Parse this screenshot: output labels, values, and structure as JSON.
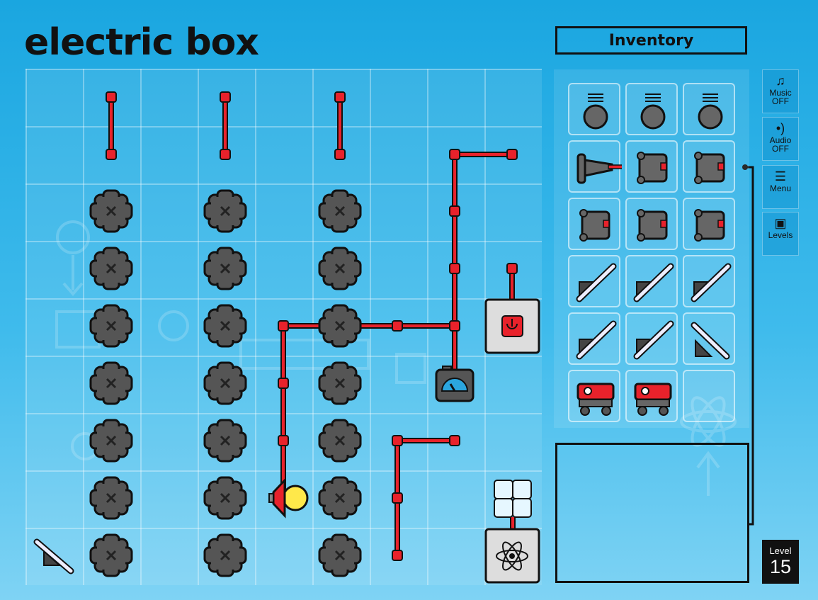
{
  "app": {
    "logo_text": "electric box"
  },
  "inventory": {
    "title": "Inventory",
    "items": [
      "spring-bulb",
      "spring-bulb",
      "spring-bulb",
      "piston",
      "motor-box",
      "motor-box",
      "motor-box",
      "motor-box",
      "motor-box",
      "ramp-right",
      "ramp-right",
      "ramp-right",
      "ramp-right",
      "ramp-right",
      "ramp-left",
      "robot-crab",
      "robot-crab",
      "empty"
    ]
  },
  "side_buttons": [
    {
      "id": "music",
      "icon": "music-note-icon",
      "line1": "Music",
      "line2": "OFF"
    },
    {
      "id": "audio",
      "icon": "speaker-icon",
      "line1": "Audio",
      "line2": "OFF"
    },
    {
      "id": "menu",
      "icon": "document-icon",
      "line1": "Menu",
      "line2": ""
    },
    {
      "id": "levels",
      "icon": "levels-icon",
      "line1": "Levels",
      "line2": ""
    }
  ],
  "level": {
    "label": "Level",
    "number": "15"
  },
  "colors": {
    "wire": "#e8222b",
    "block": "#555555",
    "bulb": "#ffe84a",
    "accent": "#1aa6e0"
  }
}
